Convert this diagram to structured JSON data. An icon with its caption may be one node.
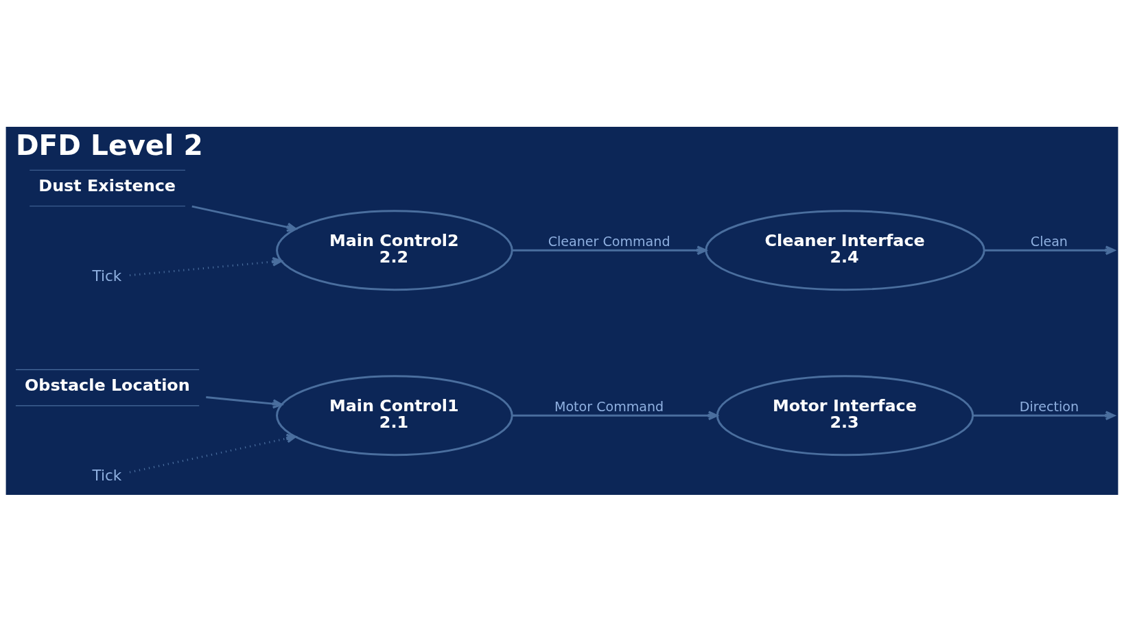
{
  "diagram": {
    "title": "DFD Level 2",
    "nodes": [
      {
        "text": [
          "Obstacle Location"
        ]
      },
      {
        "text": [
          "Main Control1",
          "2.1"
        ]
      },
      {
        "text": [
          "Motor Interface",
          "2.3"
        ]
      },
      {
        "text": [
          "Tick"
        ]
      },
      {
        "text": [
          "Dust Existence"
        ]
      },
      {
        "text": [
          "Main Control2",
          "2.2"
        ]
      },
      {
        "text": [
          "Cleaner Interface",
          "2.4"
        ]
      },
      {
        "text": [
          "Tick"
        ]
      }
    ],
    "edges": [
      {
        "from": 0,
        "to": 1,
        "arrow": "to"
      },
      {
        "from": 3,
        "to": 1,
        "arrow": "to",
        "style": "dashed"
      },
      {
        "from": 1,
        "to": 2,
        "arrow": "to",
        "label": "Motor Command"
      },
      {
        "from": 2,
        "to": null,
        "arrow": "to",
        "label": "Direction"
      },
      {
        "from": 4,
        "to": 5,
        "arrow": "to"
      },
      {
        "from": 7,
        "to": 5,
        "arrow": "to",
        "style": "dashed"
      },
      {
        "from": 5,
        "to": 6,
        "arrow": "to",
        "label": "Cleaner Command"
      },
      {
        "from": 6,
        "to": null,
        "arrow": "to",
        "label": "Clean"
      }
    ]
  }
}
